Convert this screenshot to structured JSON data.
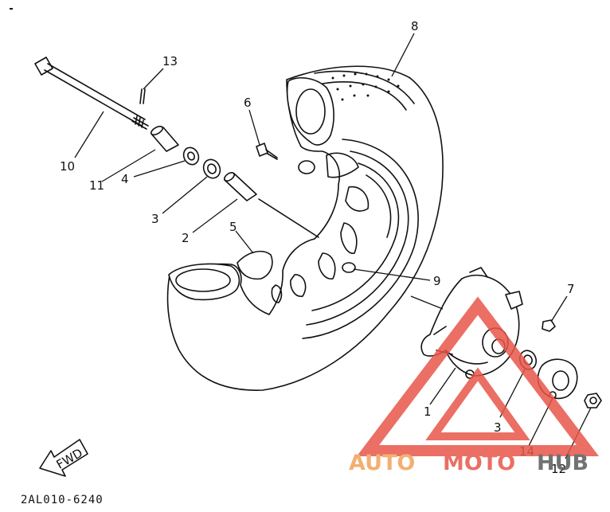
{
  "callouts": {
    "c1": "1",
    "c2": "2",
    "c3a": "3",
    "c3b": "3",
    "c4": "4",
    "c5": "5",
    "c6": "6",
    "c7": "7",
    "c8": "8",
    "c9": "9",
    "c10": "10",
    "c11": "11",
    "c12": "12",
    "c13": "13",
    "c14": "14"
  },
  "fwd_label": "FWD",
  "ref_code": "2AL010-6240",
  "watermark": {
    "auto": "AUTO",
    "moto": "MOTO",
    "hub": "HUB"
  },
  "colors": {
    "ink": "#111111",
    "watermark_red": "#e8564a",
    "watermark_orange": "#f2a25a",
    "watermark_gray": "#5a5a5a"
  }
}
